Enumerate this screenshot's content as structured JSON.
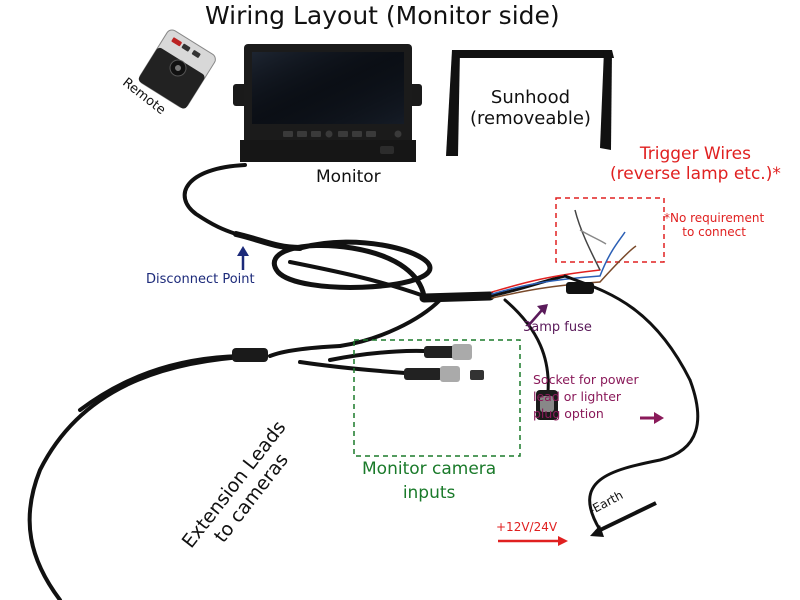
{
  "title": "Wiring Layout (Monitor side)",
  "labels": {
    "remote": "Remote",
    "sunhood_line1": "Sunhood",
    "sunhood_line2": "(removeable)",
    "monitor": "Monitor",
    "trigger_line1": "Trigger Wires",
    "trigger_line2": "(reverse lamp etc.)*",
    "no_req_line1": "*No requirement",
    "no_req_line2": "to connect",
    "disconnect": "Disconnect Point",
    "fuse": "3amp fuse",
    "socket_line1": "Socket for power",
    "socket_line2": "lead or lighter",
    "socket_line3": "plug option",
    "camera_inputs_line1": "Monitor camera",
    "camera_inputs_line2": "inputs",
    "extension_line1": "Extension Leads",
    "extension_line2": "to cameras",
    "power": "+12V/24V",
    "earth": "-Earth"
  },
  "colors": {
    "trigger": "#e02020",
    "disconnect": "#1c2a7a",
    "fuse": "#5a1a5a",
    "socket": "#8a1a5a",
    "camera_inputs": "#1a7a2a",
    "cable": "#111111"
  },
  "icons": [
    "remote-icon",
    "monitor-icon",
    "sunhood-icon",
    "arrow-up-icon",
    "arrow-right-icon",
    "fuse-icon",
    "socket-icon"
  ]
}
